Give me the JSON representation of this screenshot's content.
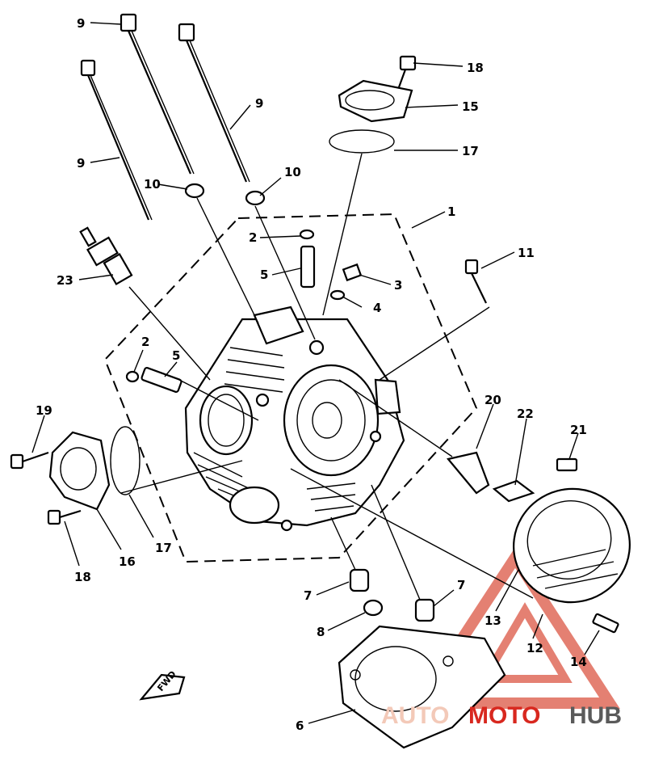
{
  "labels": {
    "l1": "1",
    "l2a": "2",
    "l2b": "2",
    "l3": "3",
    "l4": "4",
    "l5a": "5",
    "l5b": "5",
    "l6": "6",
    "l7a": "7",
    "l7b": "7",
    "l8": "8",
    "l9a": "9",
    "l9b": "9",
    "l9c": "9",
    "l10a": "10",
    "l10b": "10",
    "l11": "11",
    "l12": "12",
    "l13": "13",
    "l14": "14",
    "l15": "15",
    "l16": "16",
    "l17a": "17",
    "l17b": "17",
    "l18a": "18",
    "l18b": "18",
    "l19": "19",
    "l20": "20",
    "l21": "21",
    "l22": "22",
    "l23": "23"
  },
  "fwd_label": "FWD",
  "watermark": {
    "part1": "AUTO",
    "part2": "MOTO",
    "part3": "HUB",
    "colors": {
      "red": "#d8281f",
      "light": "#f3c9b8",
      "gray": "#5a5a5a"
    }
  }
}
